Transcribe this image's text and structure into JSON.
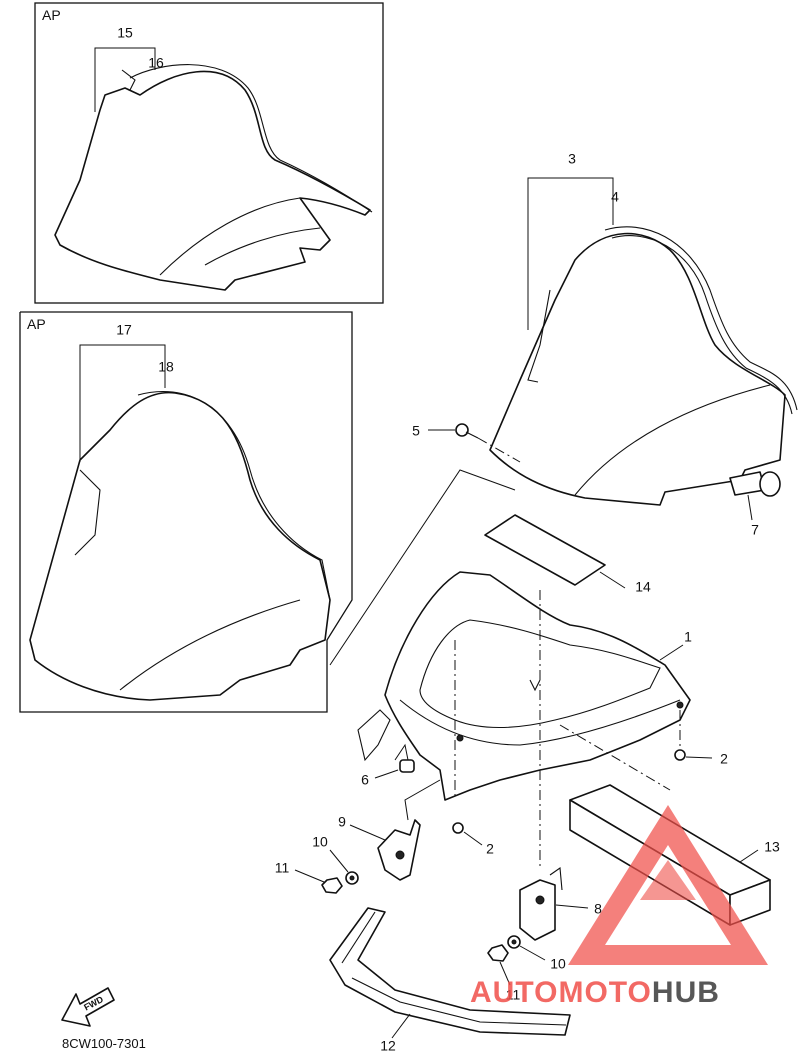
{
  "insets": [
    {
      "label": "AP"
    },
    {
      "label": "AP"
    }
  ],
  "callouts": {
    "c1": "1",
    "c2a": "2",
    "c2b": "2",
    "c3": "3",
    "c4": "4",
    "c5": "5",
    "c6": "6",
    "c7": "7",
    "c8": "8",
    "c9": "9",
    "c10a": "10",
    "c10b": "10",
    "c11a": "11",
    "c11b": "11",
    "c12": "12",
    "c13": "13",
    "c14": "14",
    "c15": "15",
    "c16": "16",
    "c17": "17",
    "c18": "18"
  },
  "fwd_label": "FWD",
  "diagram_code": "8CW100-7301",
  "watermark": {
    "text_auto": "AUTO",
    "text_moto": "MOTO",
    "text_hub": "HUB",
    "color_accent": "#f0504a",
    "color_dark": "#3a3a3a"
  }
}
